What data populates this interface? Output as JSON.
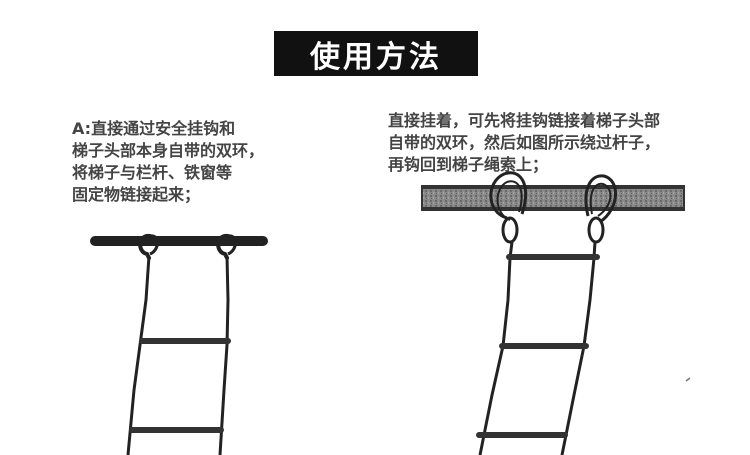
{
  "title": "使用方法",
  "method_a": {
    "lines": [
      "A:直接通过安全挂钩和",
      "梯子头部本身自带的双环，",
      "将梯子与栏杆、铁窗等",
      "固定物链接起来；"
    ]
  },
  "method_b": {
    "lines": [
      "直接挂着，可先将挂钩链接着梯子头部",
      "自带的双环，然后如图所示绕过杆子，",
      "再钩回到梯子绳索上；"
    ]
  }
}
